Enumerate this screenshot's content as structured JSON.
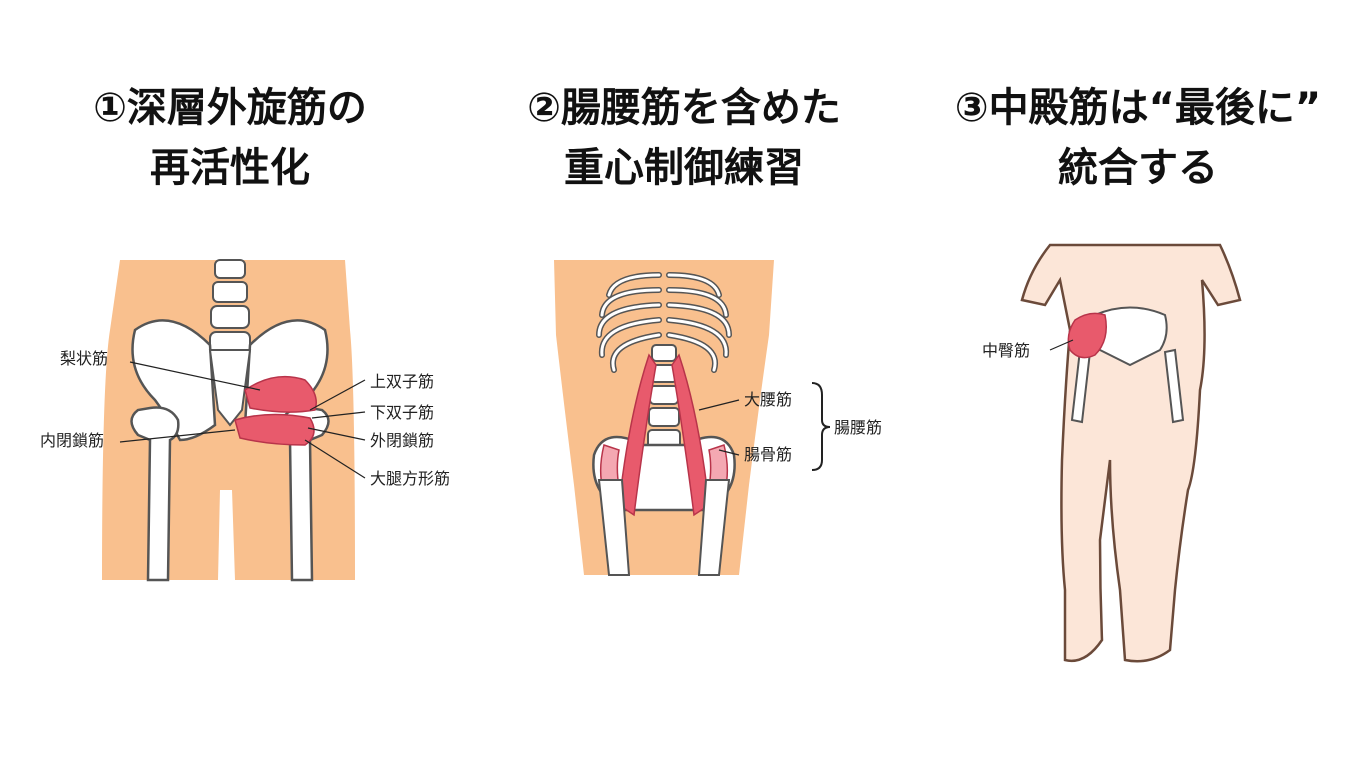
{
  "panels": [
    {
      "title_line1": "①深層外旋筋の",
      "title_line2": "再活性化",
      "labels": {
        "piriformis": "梨状筋",
        "obturator_internus": "内閉鎖筋",
        "gemellus_superior": "上双子筋",
        "gemellus_inferior": "下双子筋",
        "obturator_externus": "外閉鎖筋",
        "quadratus_femoris": "大腿方形筋"
      }
    },
    {
      "title_line1": "②腸腰筋を含めた",
      "title_line2": "重心制御練習",
      "labels": {
        "psoas_major": "大腰筋",
        "iliacus": "腸骨筋",
        "iliopsoas": "腸腰筋"
      }
    },
    {
      "title_line1": "③中殿筋は“最後に”",
      "title_line2": "統合する",
      "labels": {
        "gluteus_medius": "中臀筋"
      }
    }
  ],
  "colors": {
    "skin_orange": "#f9c08e",
    "skin_pale": "#fce6d8",
    "bone": "#ffffff",
    "bone_outline": "#555555",
    "muscle": "#e85a6c",
    "muscle_light": "#f4a8b2"
  }
}
